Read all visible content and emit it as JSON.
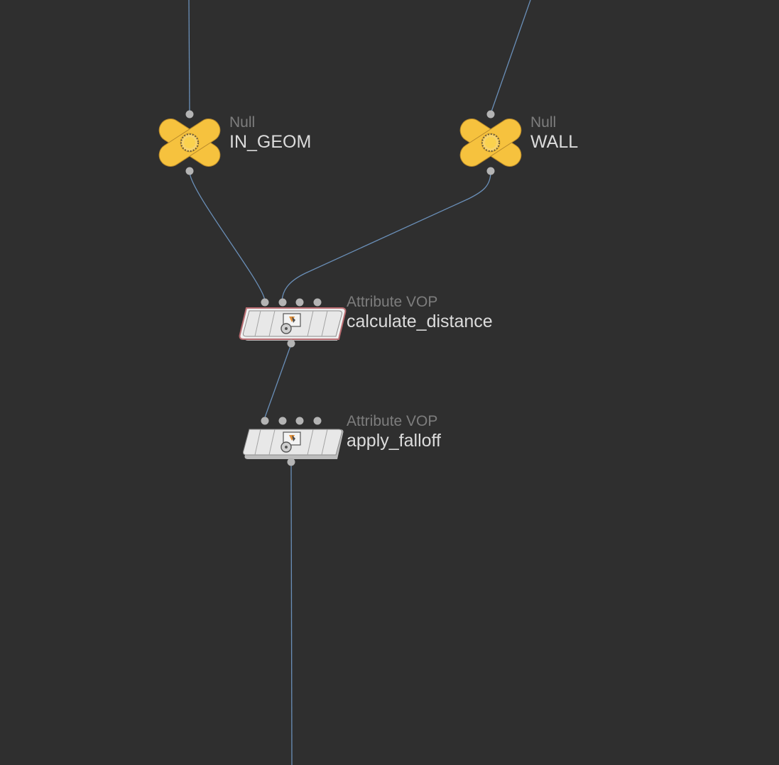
{
  "network": {
    "background": "#2f2f2f",
    "wire_color": "#6a8fb8",
    "nodes": [
      {
        "id": "in_geom",
        "type_label": "Null",
        "name": "IN_GEOM",
        "icon": "null-x-icon",
        "color": "#f5c242"
      },
      {
        "id": "wall",
        "type_label": "Null",
        "name": "WALL",
        "icon": "null-x-icon",
        "color": "#f5c242"
      },
      {
        "id": "calculate_distance",
        "type_label": "Attribute VOP",
        "name": "calculate_distance",
        "icon": "attribute-vop-icon",
        "selected": true
      },
      {
        "id": "apply_falloff",
        "type_label": "Attribute VOP",
        "name": "apply_falloff",
        "icon": "attribute-vop-icon",
        "selected": false
      }
    ]
  }
}
